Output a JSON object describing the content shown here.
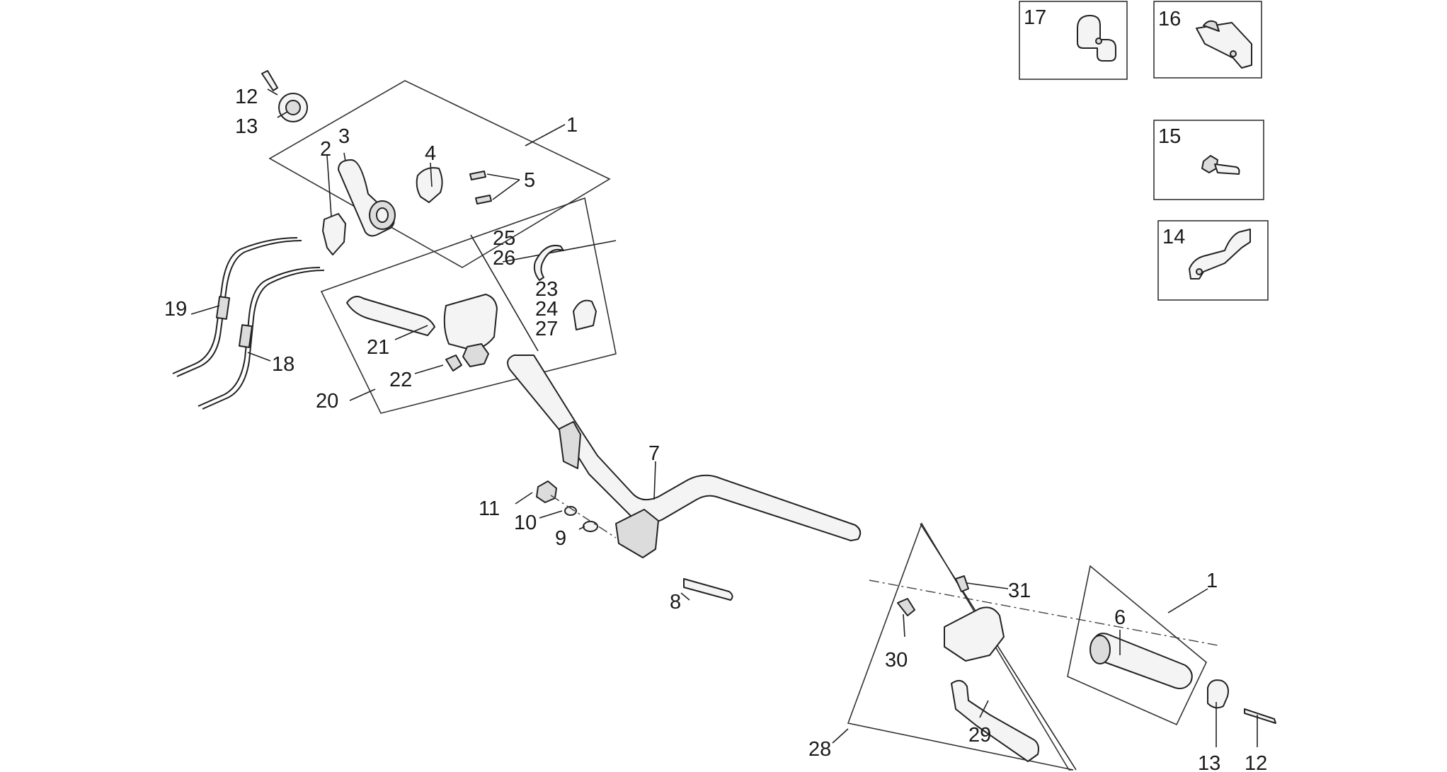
{
  "diagram": {
    "callouts": {
      "c1a": "1",
      "c1b": "1",
      "c2": "2",
      "c3": "3",
      "c4": "4",
      "c5": "5",
      "c6": "6",
      "c7": "7",
      "c8": "8",
      "c9": "9",
      "c10": "10",
      "c11": "11",
      "c12a": "12",
      "c12b": "12",
      "c13a": "13",
      "c13b": "13",
      "c14": "14",
      "c15": "15",
      "c16": "16",
      "c17": "17",
      "c18": "18",
      "c19": "19",
      "c20": "20",
      "c21": "21",
      "c22": "22",
      "c23": "23",
      "c24": "24",
      "c25": "25",
      "c26": "26",
      "c27": "27",
      "c28": "28",
      "c29": "29",
      "c30": "30",
      "c31": "31"
    }
  }
}
